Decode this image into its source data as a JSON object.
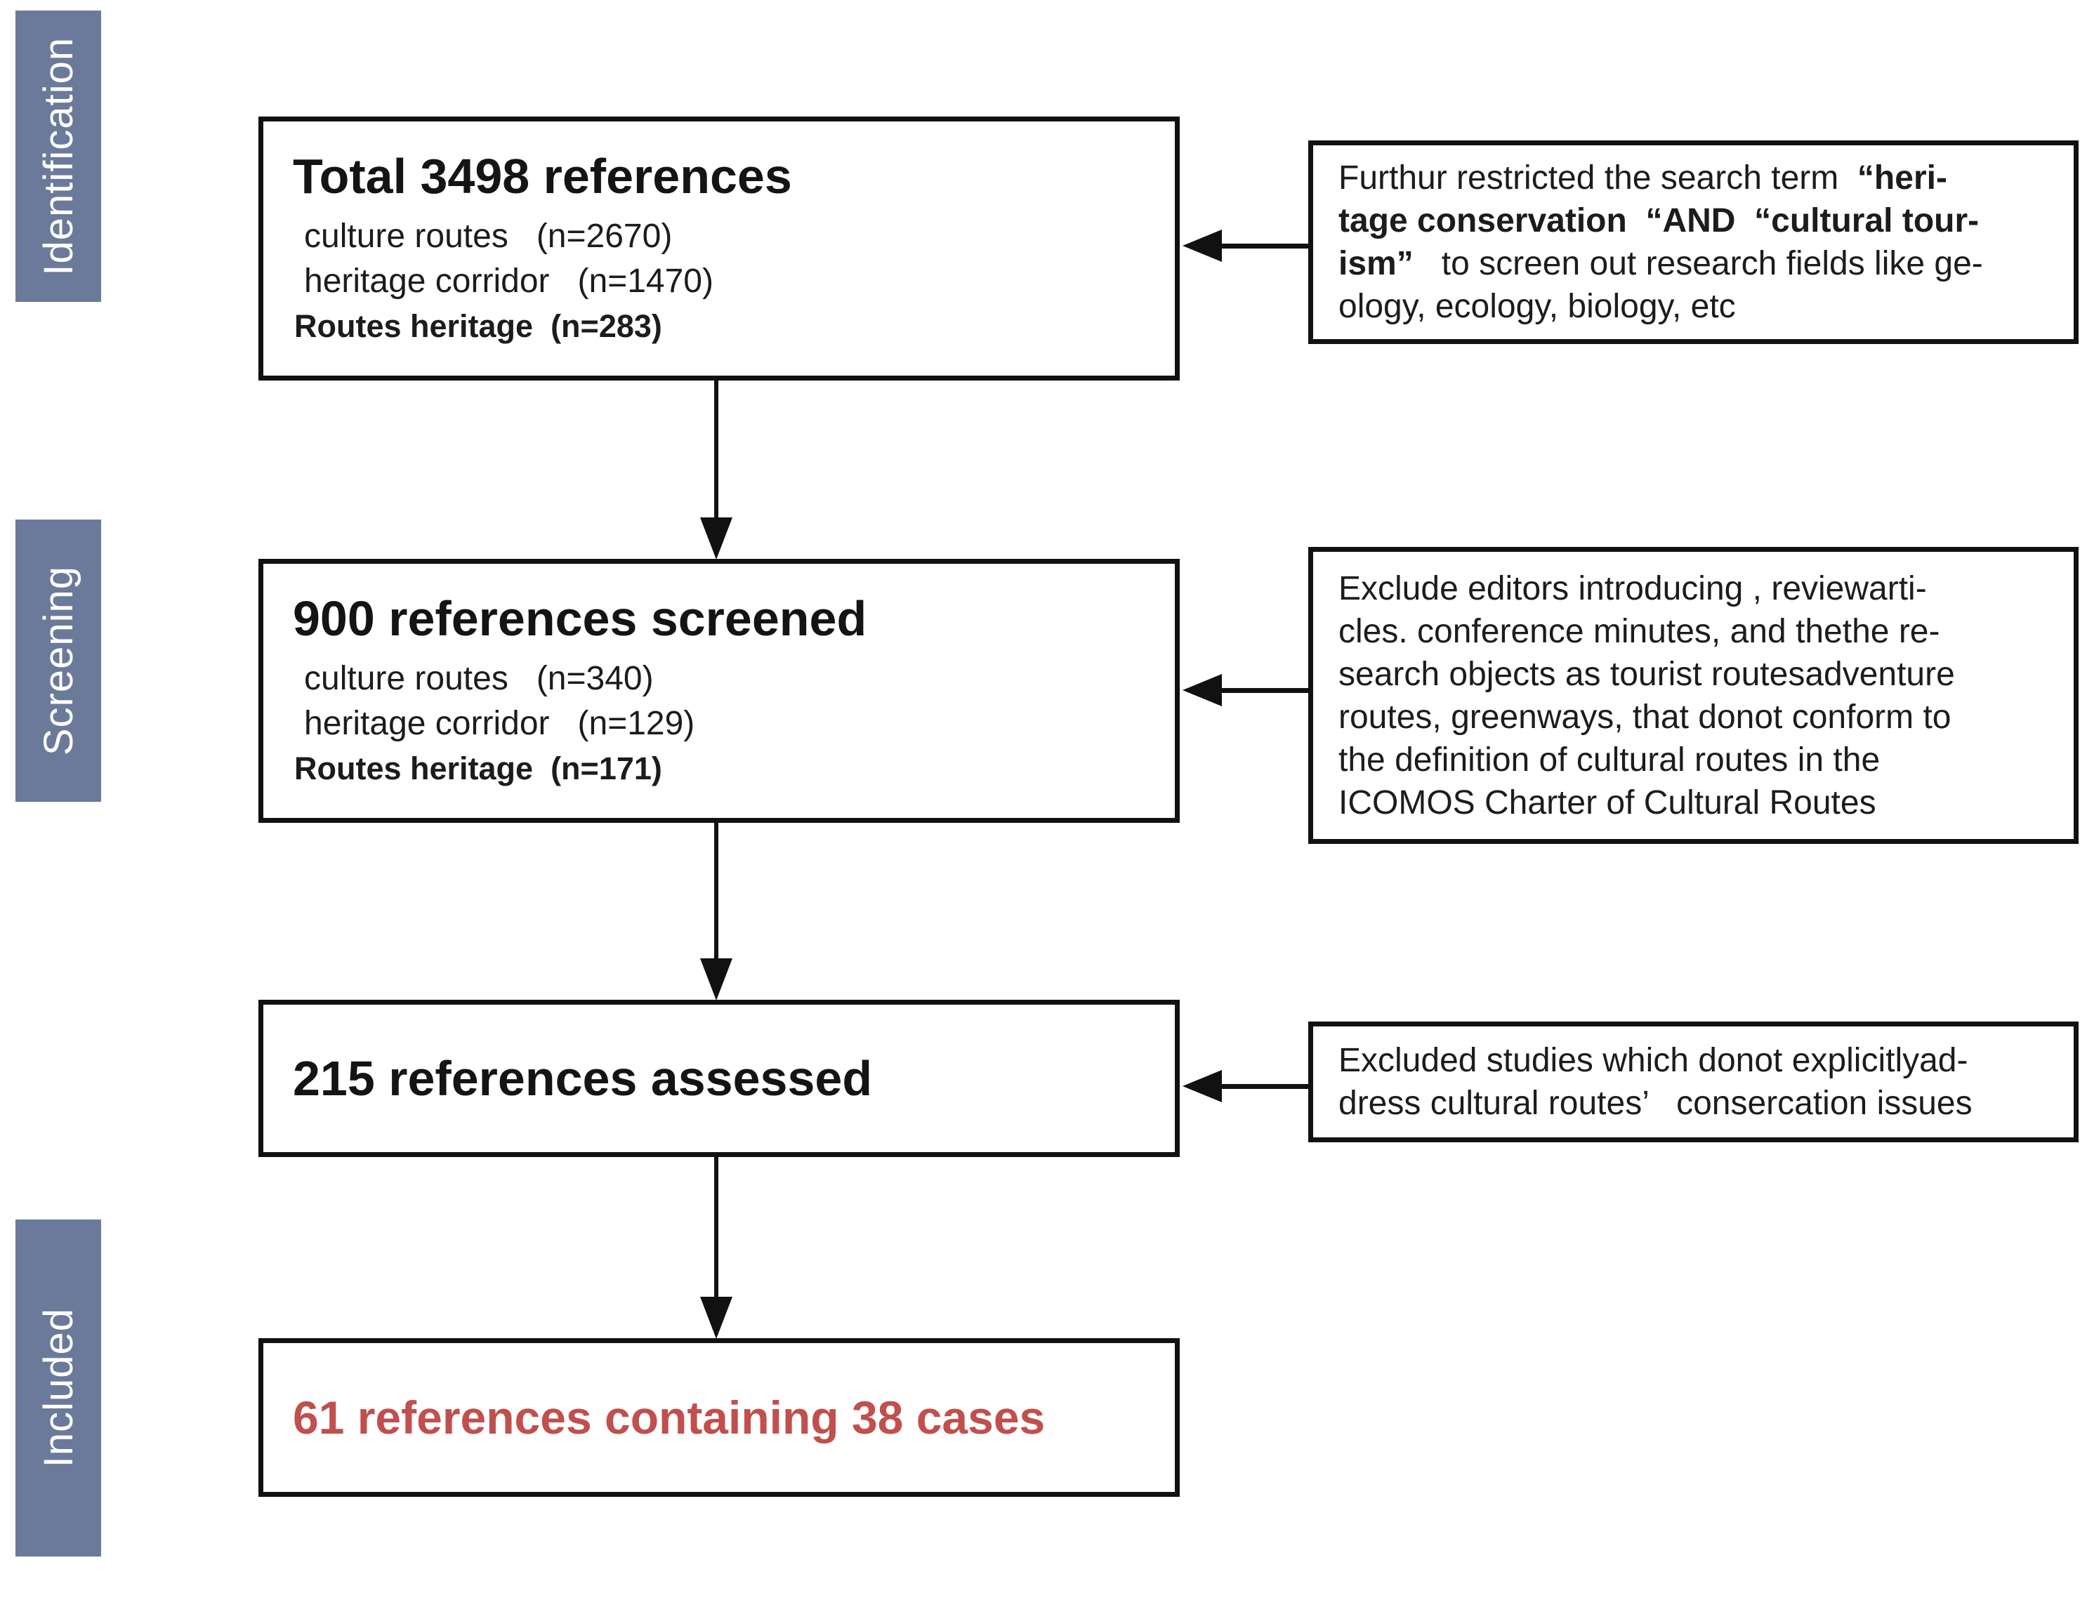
{
  "palette": {
    "stage_bar_fill": "#6b7a9a",
    "stage_label_color": "#ffffff",
    "box_border": "#111111",
    "body_text": "#1c1c1c",
    "included_title_color": "#c0504d"
  },
  "stages": [
    {
      "label": "Identification"
    },
    {
      "label": "Screening"
    },
    {
      "label": "Included"
    }
  ],
  "flow": {
    "identification_box": {
      "title": "Total 3498 references",
      "lines": [
        [
          {
            "t": "culture routes   (n=2670)",
            "b": false
          }
        ],
        [
          {
            "t": "heritage corridor   (n=1470)",
            "b": false
          }
        ],
        [
          {
            "t": "Routes heritage  (n=283)",
            "b": true
          }
        ]
      ]
    },
    "screening_box": {
      "title": "900 references screened",
      "lines": [
        [
          {
            "t": "culture routes   (n=340)",
            "b": false
          }
        ],
        [
          {
            "t": "heritage corridor   (n=129)",
            "b": false
          }
        ],
        [
          {
            "t": "Routes heritage  (n=171)",
            "b": true
          }
        ]
      ]
    },
    "assessed_box": {
      "title": "215 references assessed"
    },
    "included_box": {
      "title": "61 references containing 38 cases"
    }
  },
  "notes": {
    "restriction_note": {
      "lines": [
        [
          {
            "t": "Furthur restricted the search term  ",
            "b": false
          },
          {
            "t": "“heri-",
            "b": true
          }
        ],
        [
          {
            "t": "tage conservation  “AND  “cultural tour-",
            "b": true
          }
        ],
        [
          {
            "t": "ism”",
            "b": true
          },
          {
            "t": "   to screen out research fields like ge-",
            "b": false
          }
        ],
        [
          {
            "t": "ology, ecology, biology, etc",
            "b": false
          }
        ]
      ]
    },
    "exclusion_note": {
      "lines": [
        [
          {
            "t": "Exclude editors introducing , reviewarti-",
            "b": false
          }
        ],
        [
          {
            "t": "cles. conference minutes, and thethe re-",
            "b": false
          }
        ],
        [
          {
            "t": "search objects as tourist routesadventure",
            "b": false
          }
        ],
        [
          {
            "t": "routes, greenways, that donot conform to",
            "b": false
          }
        ],
        [
          {
            "t": "the definition of cultural routes in the",
            "b": false
          }
        ],
        [
          {
            "t": "ICOMOS Charter of Cultural Routes",
            "b": false
          }
        ]
      ]
    },
    "assessment_exclusion_note": {
      "lines": [
        [
          {
            "t": "Excluded studies which donot explicitlyad-",
            "b": false
          }
        ],
        [
          {
            "t": "dress cultural routes’   consercation issues",
            "b": false
          }
        ]
      ]
    }
  }
}
